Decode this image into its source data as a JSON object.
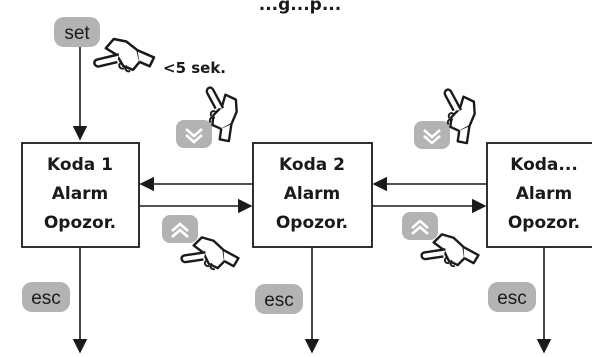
{
  "header_text": "...g...p...",
  "set_button": {
    "label": "set"
  },
  "timing_note": "<5 sek.",
  "codes": [
    {
      "line1": "Koda 1",
      "line2": "Alarm",
      "line3": "Opozor."
    },
    {
      "line1": "Koda 2",
      "line2": "Alarm",
      "line3": "Opozor."
    },
    {
      "line1": "Koda...",
      "line2": "Alarm",
      "line3": "Opozor."
    }
  ],
  "esc_buttons": [
    {
      "label": "esc"
    },
    {
      "label": "esc"
    },
    {
      "label": "esc"
    }
  ],
  "icons": {
    "hand": "pointing-hand-icon",
    "down_key": "double-chevron-down-icon",
    "up_key": "double-chevron-up-icon"
  },
  "colors": {
    "key_fill": "#b3b3b3",
    "stroke": "#1a1a1a",
    "background": "#ffffff"
  }
}
